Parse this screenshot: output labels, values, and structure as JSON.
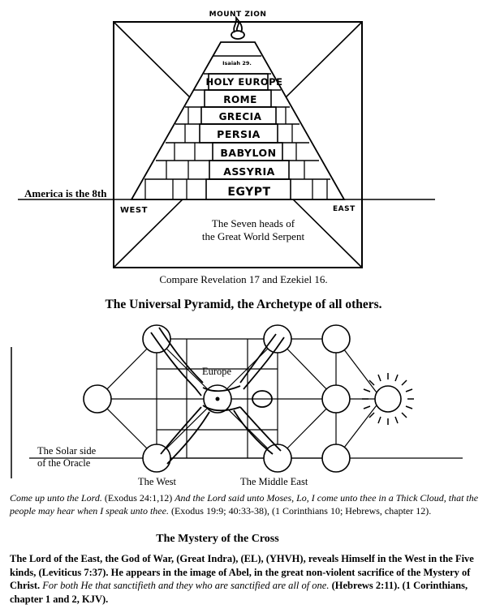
{
  "pyramid": {
    "top_label": "MOUNT ZION",
    "capstone_label": "Isaiah 29.",
    "tiers": [
      "HOLY EUROPE",
      "ROME",
      "GRECIA",
      "PERSIA",
      "BABYLON",
      "ASSYRIA",
      "EGYPT"
    ],
    "horizon_left": "America is the 8th",
    "west_label": "WEST",
    "east_label": "EAST",
    "serpent_line1": "The Seven heads of",
    "serpent_line2": "the Great World Serpent",
    "caption": "Compare Revelation 17 and Ezekiel 16.",
    "title": "The Universal Pyramid, the Archetype of all others."
  },
  "cross_diagram": {
    "label_europe": "Europe",
    "label_solar_1": "The Solar side",
    "label_solar_2": "of the Oracle",
    "label_west": "The West",
    "label_middle_east": "The Middle East"
  },
  "text": {
    "p1_a": "Come up unto the Lord.",
    "p1_b": " (Exodus 24:1,12) ",
    "p1_c": "And the Lord said unto Moses, Lo, I come unto thee in a Thick Cloud, that the people may hear when I speak unto thee.",
    "p1_d": " (Exodus 19:9; 40:33-38), (1 Corinthians 10; Hebrews, chapter 12).",
    "mystery_title": "The Mystery of the Cross",
    "p2_a": "The Lord of the East, the God of War, (Great Indra),  (EL), (YHVH), reveals Himself in the West in the Five kinds, (Leviticus 7:37). He appears in the image of Abel, in the great non-violent sacrifice of the Mystery of Christ.",
    "p2_b": "  For both He that sanctifieth and they who are sanctified are all of one.",
    "p2_c": " (Hebrews 2:11).",
    "p2_d": "  (1 Corinthians, chapter 1 and 2, KJV)."
  }
}
